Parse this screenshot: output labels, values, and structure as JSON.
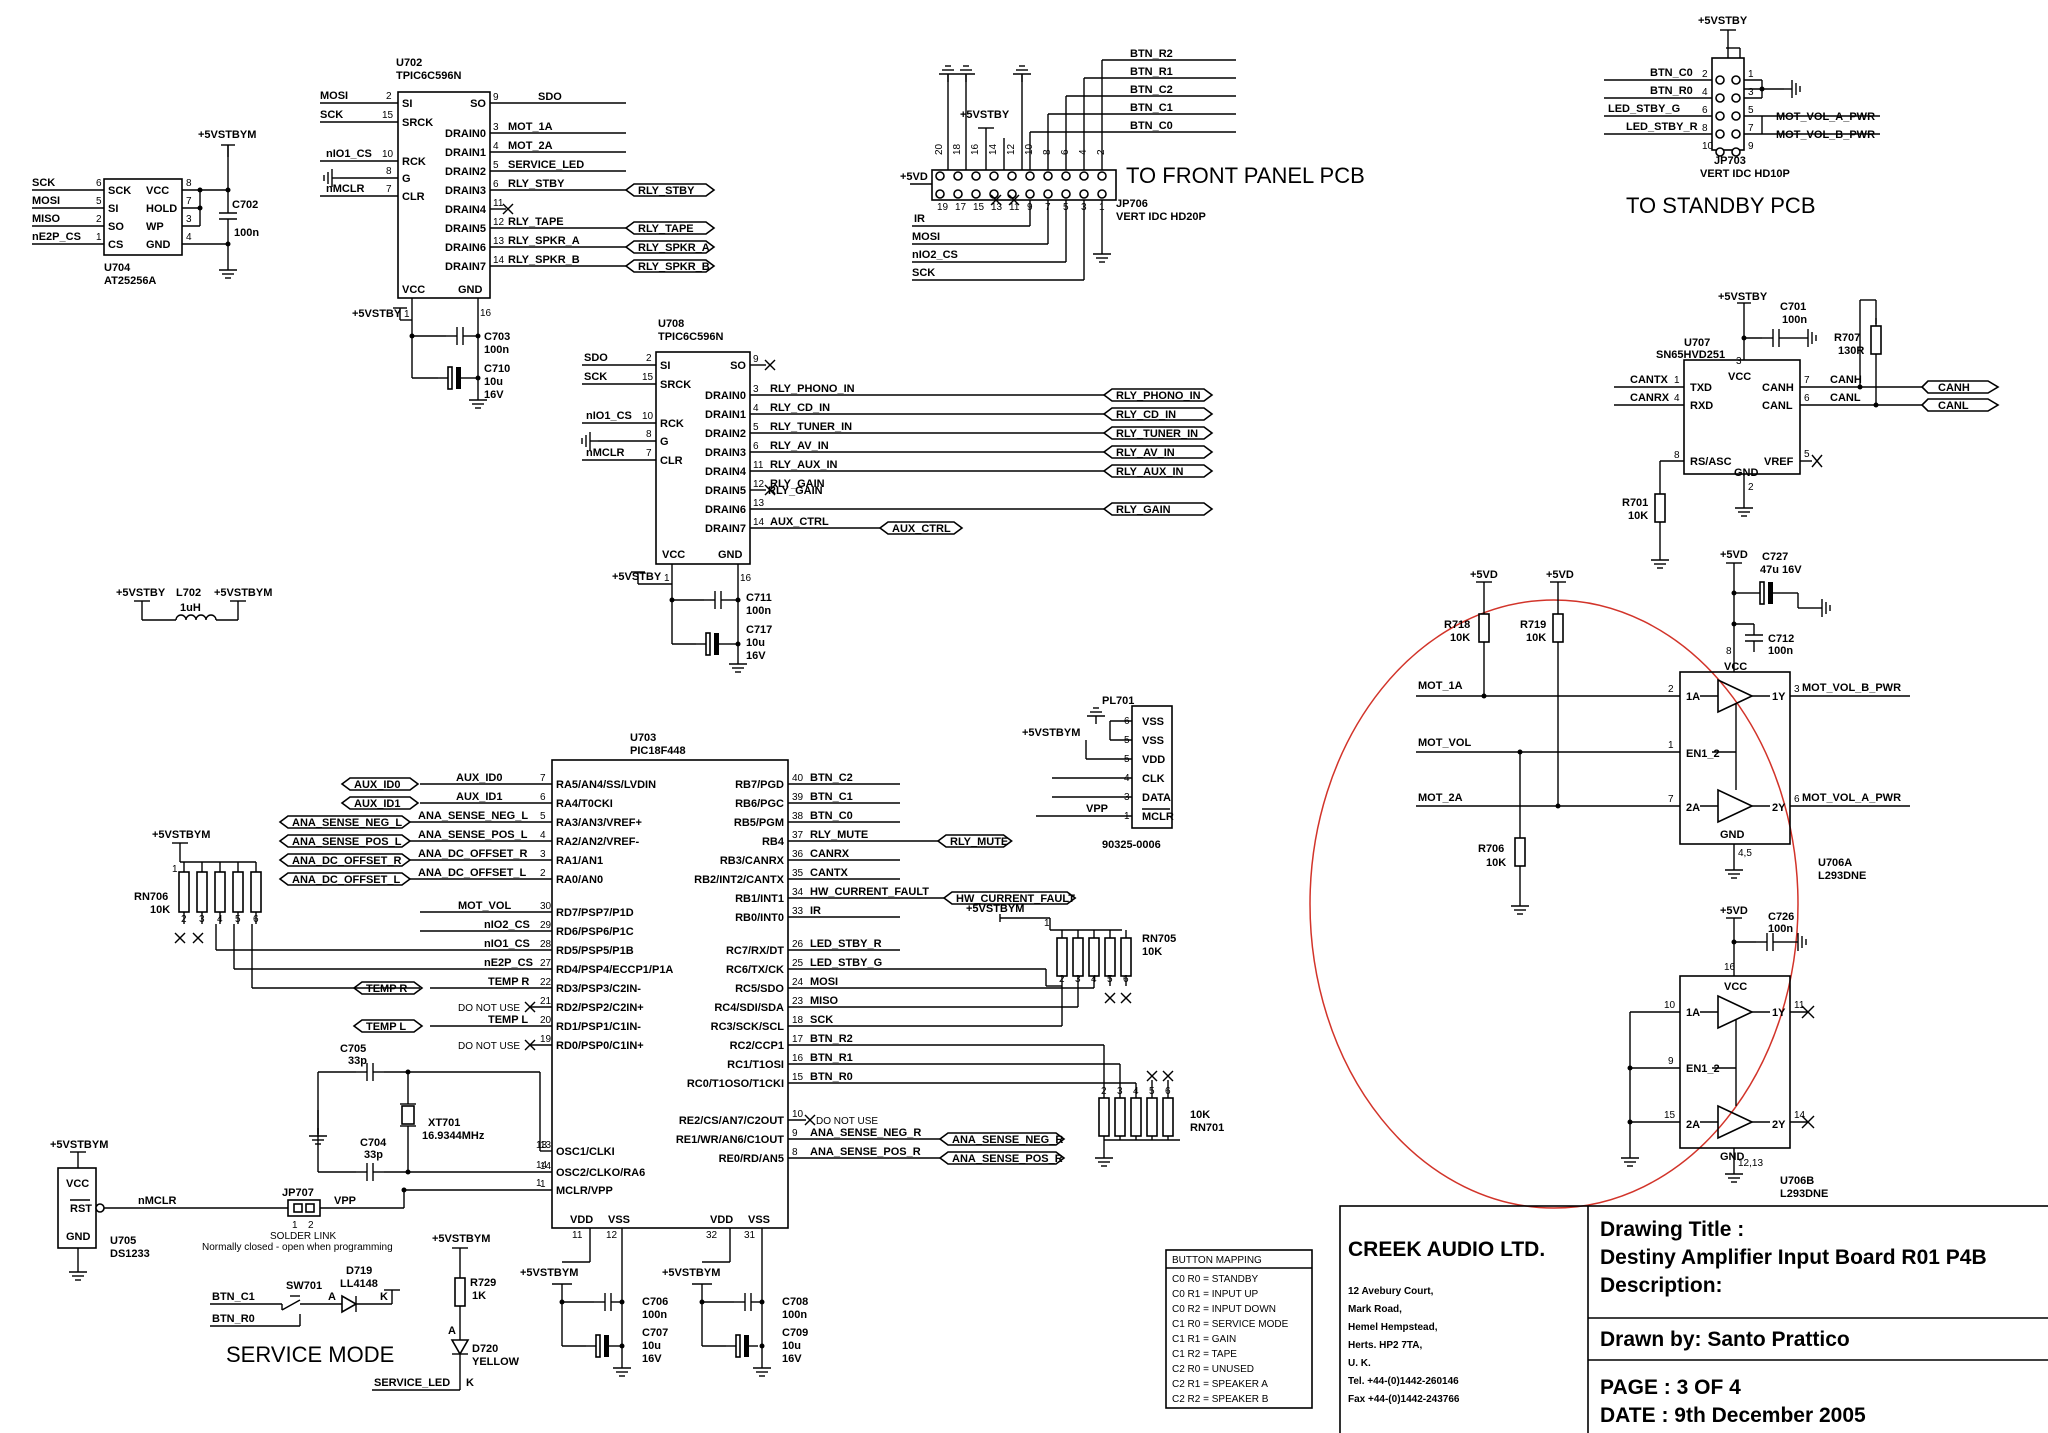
{
  "u704": {
    "ref": "U704",
    "part": "AT25256A",
    "pins_left": [
      "SCK",
      "SI",
      "SO",
      "CS"
    ],
    "pins_right": [
      "VCC",
      "HOLD",
      "WP",
      "GND"
    ],
    "nets": [
      "SCK",
      "MOSI",
      "MISO",
      "nE2P_CS"
    ],
    "pwr": "+5VSTBYM",
    "cap": "C702",
    "cap_val": "100n"
  },
  "u702": {
    "ref": "U702",
    "part": "TPIC6C596N",
    "left": [
      "SI",
      "SRCK",
      "RCK",
      "G",
      "CLR"
    ],
    "left_nets": [
      "MOSI",
      "SCK",
      "nIO1_CS",
      "",
      "nMCLR"
    ],
    "outs": [
      "SO",
      "DRAIN0",
      "DRAIN1",
      "DRAIN2",
      "DRAIN3",
      "DRAIN4",
      "DRAIN5",
      "DRAIN6",
      "DRAIN7"
    ],
    "out_nets": [
      "SDO",
      "MOT_1A",
      "MOT_2A",
      "SERVICE_LED",
      "RLY_STBY",
      "",
      "RLY_TAPE",
      "RLY_SPKR_A",
      "RLY_SPKR_B"
    ],
    "flags": [
      "RLY_STBY",
      "RLY_TAPE",
      "RLY_SPKR_A",
      "RLY_SPKR_B"
    ],
    "vcc": "VCC",
    "gnd": "GND",
    "pwr": "+5VSTBY",
    "c1": "C703",
    "c1v": "100n",
    "c2": "C710",
    "c2v": "10u",
    "c2r": "16V"
  },
  "u708": {
    "ref": "U708",
    "part": "TPIC6C596N",
    "left": [
      "SI",
      "SRCK",
      "RCK",
      "G",
      "CLR"
    ],
    "left_nets": [
      "SDO",
      "SCK",
      "nIO1_CS",
      "",
      "nMCLR"
    ],
    "outs": [
      "SO",
      "DRAIN0",
      "DRAIN1",
      "DRAIN2",
      "DRAIN3",
      "DRAIN4",
      "DRAIN5",
      "DRAIN6",
      "DRAIN7"
    ],
    "out_nets": [
      "",
      "RLY_PHONO_IN",
      "RLY_CD_IN",
      "RLY_TUNER_IN",
      "RLY_AV_IN",
      "RLY_AUX_IN",
      "RLY_GAIN",
      "",
      "AUX_CTRL"
    ],
    "flags": [
      "RLY_PHONO_IN",
      "RLY_CD_IN",
      "RLY_TUNER_IN",
      "RLY_AV_IN",
      "RLY_AUX_IN",
      "RLY_GAIN",
      "AUX_CTRL"
    ],
    "pwr": "+5VSTBY",
    "c1": "C711",
    "c1v": "100n",
    "c2": "C717",
    "c2v": "10u",
    "c2r": "16V"
  },
  "jp706": {
    "ref": "JP706",
    "part": "VERT IDC HD20P",
    "title": "TO FRONT PANEL PCB",
    "btns": [
      "BTN_R2",
      "BTN_R1",
      "BTN_C2",
      "BTN_C1",
      "BTN_C0"
    ],
    "left_nets": [
      "+5VD",
      "IR",
      "MOSI",
      "nIO2_CS",
      "SCK"
    ],
    "pwr": "+5VSTBY"
  },
  "jp703": {
    "ref": "JP703",
    "part": "VERT IDC HD10P",
    "title": "TO STANDBY PCB",
    "left": [
      "BTN_C0",
      "BTN_R0",
      "LED_STBY_G",
      "LED_STBY_R"
    ],
    "right": [
      "MOT_VOL_A_PWR",
      "MOT_VOL_B_PWR"
    ],
    "pwr": "+5VSTBY"
  },
  "u707": {
    "ref": "U707",
    "part": "SN65HVD251",
    "pins": [
      "TXD",
      "RXD",
      "VCC",
      "CANH",
      "CANL",
      "RS/ASC",
      "VREF",
      "GND"
    ],
    "nets": [
      "CANTX",
      "CANRX",
      "CANH",
      "CANL"
    ],
    "pwr": "+5VSTBY",
    "c": "C701",
    "cv": "100n",
    "r": "R707",
    "rv": "130R",
    "r2": "R701",
    "r2v": "10K"
  },
  "l702": {
    "ref": "L702",
    "val": "1uH",
    "a": "+5VSTBY",
    "b": "+5VSTBYM"
  },
  "u703": {
    "ref": "U703",
    "part": "PIC18F448",
    "left": [
      "RA5/AN4/SS/LVDIN",
      "RA4/T0CKI",
      "RA3/AN3/VREF+",
      "RA2/AN2/VREF-",
      "RA1/AN1",
      "RA0/AN0",
      "RD7/PSP7/P1D",
      "RD6/PSP6/P1C",
      "RD5/PSP5/P1B",
      "RD4/PSP4/ECCP1/P1A",
      "RD3/PSP3/C2IN-",
      "RD2/PSP2/C2IN+",
      "RD1/PSP1/C1IN-",
      "RD0/PSP0/C1IN+",
      "OSC1/CLKI",
      "OSC2/CLKO/RA6",
      "MCLR/VPP"
    ],
    "left_pins": [
      "7",
      "6",
      "5",
      "4",
      "3",
      "2",
      "30",
      "29",
      "28",
      "27",
      "22",
      "21",
      "20",
      "19",
      "13",
      "14",
      "1"
    ],
    "left_nets": [
      "AUX_ID0",
      "AUX_ID1",
      "ANA_SENSE_NEG_L",
      "ANA_SENSE_POS_L",
      "ANA_DC_OFFSET_R",
      "ANA_DC_OFFSET_L",
      "MOT_VOL",
      "nIO2_CS",
      "nIO1_CS",
      "nE2P_CS",
      "TEMP R",
      "DO NOT USE",
      "TEMP L",
      "DO NOT USE",
      "",
      "",
      "VPP"
    ],
    "left_flags": [
      "AUX_ID0",
      "AUX_ID1",
      "ANA_SENSE_NEG_L",
      "ANA_SENSE_POS_L",
      "ANA_DC_OFFSET_R",
      "ANA_DC_OFFSET_L",
      "TEMP R",
      "TEMP L"
    ],
    "right": [
      "RB7/PGD",
      "RB6/PGC",
      "RB5/PGM",
      "RB4",
      "RB3/CANRX",
      "RB2/INT2/CANTX",
      "RB1/INT1",
      "RB0/INT0",
      "RC7/RX/DT",
      "RC6/TX/CK",
      "RC5/SDO",
      "RC4/SDI/SDA",
      "RC3/SCK/SCL",
      "RC2/CCP1",
      "RC1/T1OSI",
      "RC0/T1OSO/T1CKI",
      "RE2/CS/AN7/C2OUT",
      "RE1/WR/AN6/C1OUT",
      "RE0/RD/AN5"
    ],
    "right_pins": [
      "40",
      "39",
      "38",
      "37",
      "36",
      "35",
      "34",
      "33",
      "26",
      "25",
      "24",
      "23",
      "18",
      "17",
      "16",
      "15",
      "10",
      "9",
      "8"
    ],
    "right_nets": [
      "BTN_C2",
      "BTN_C1",
      "BTN_C0",
      "RLY_MUTE",
      "CANRX",
      "CANTX",
      "HW_CURRENT_FAULT",
      "IR",
      "LED_STBY_R",
      "LED_STBY_G",
      "MOSI",
      "MISO",
      "SCK",
      "BTN_R2",
      "BTN_R1",
      "BTN_R0",
      "DO NOT USE",
      "ANA_SENSE_NEG_R",
      "ANA_SENSE_POS_R"
    ],
    "right_flags": [
      "RLY_MUTE",
      "HW_CURRENT_FAULT",
      "ANA_SENSE_NEG_R",
      "ANA_SENSE_POS_R"
    ],
    "bottom": [
      "VDD",
      "VSS",
      "VDD",
      "VSS"
    ],
    "bottom_pins": [
      "11",
      "12",
      "32",
      "31"
    ]
  },
  "pl701": {
    "ref": "PL701",
    "part": "90325-0006",
    "pins": [
      "VSS",
      "VSS",
      "VDD",
      "CLK",
      "DATA",
      "MCLR"
    ],
    "nums": [
      "6",
      "5",
      "5",
      "4",
      "3",
      "1"
    ],
    "vpp": "VPP",
    "pwr": "+5VSTBYM"
  },
  "rn706": {
    "ref": "RN706",
    "val": "10K",
    "pwr": "+5VSTBYM",
    "pins": [
      "1",
      "2",
      "3",
      "4",
      "5",
      "6"
    ]
  },
  "rn705": {
    "ref": "RN705",
    "val": "10K",
    "pwr": "+5VSTBYM",
    "pins": [
      "1",
      "2",
      "3",
      "4",
      "5",
      "6"
    ]
  },
  "rn701": {
    "ref": "RN701",
    "val": "10K",
    "pins": [
      "2",
      "3",
      "4",
      "5",
      "6"
    ]
  },
  "xtal": {
    "c705": "C705",
    "c705v": "33p",
    "c704": "C704",
    "c704v": "33p",
    "ref": "XT701",
    "val": "16.9344MHz"
  },
  "u705": {
    "ref": "U705",
    "part": "DS1233",
    "pins": [
      "VCC",
      "RST",
      "GND"
    ],
    "pwr": "+5VSTBYM",
    "net": "nMCLR"
  },
  "jp707": {
    "ref": "JP707",
    "lbl": "SOLDER LINK",
    "note": "Normally closed - open when programming",
    "vpp": "VPP"
  },
  "service": {
    "sw": "SW701",
    "d": "D719",
    "dv": "LL4148",
    "a": "A",
    "k": "K",
    "n1": "BTN_C1",
    "n2": "BTN_R0",
    "title": "SERVICE MODE"
  },
  "led": {
    "r": "R729",
    "rv": "1K",
    "d": "D720",
    "dv": "YELLOW",
    "pwr": "+5VSTBYM",
    "net": "SERVICE_LED",
    "a": "A",
    "k": "K"
  },
  "decoup": {
    "pwr": "+5VSTBYM",
    "c1": "C706",
    "c1v": "100n",
    "c2": "C707",
    "c2v": "10u",
    "c2r": "16V",
    "c3": "C708",
    "c3v": "100n",
    "c4": "C709",
    "c4v": "10u",
    "c4r": "16V"
  },
  "u706a": {
    "ref": "U706A",
    "part": "L293DNE",
    "pins": [
      "1A",
      "EN1_2",
      "2A",
      "1Y",
      "2Y",
      "VCC",
      "GND"
    ],
    "in": [
      "MOT_1A",
      "MOT_VOL",
      "MOT_2A"
    ],
    "out": [
      "MOT_VOL_B_PWR",
      "MOT_VOL_A_PWR"
    ],
    "r1": "R718",
    "r2": "R719",
    "r3": "R706",
    "rv": "10K",
    "pwr": "+5VD",
    "c1": "C727",
    "c1v": "47u 16V",
    "c2": "C712",
    "c2v": "100n"
  },
  "u706b": {
    "ref": "U706B",
    "part": "L293DNE",
    "pwr": "+5VD",
    "c": "C726",
    "cv": "100n"
  },
  "mapping": {
    "title": "BUTTON MAPPING",
    "rows": [
      "C0 R0 = STANDBY",
      "C0 R1 = INPUT UP",
      "C0 R2 = INPUT DOWN",
      "C1 R0 = SERVICE MODE",
      "C1 R1 = GAIN",
      "C1 R2 = TAPE",
      "C2 R0 = UNUSED",
      "C2 R1 = SPEAKER A",
      "C2 R2 = SPEAKER B"
    ]
  },
  "titleblock": {
    "company": "CREEK AUDIO LTD.",
    "address": [
      "12 Avebury Court,",
      "Mark Road,",
      "Hemel Hempstead,",
      "Herts. HP2 7TA,",
      "U. K.",
      "Tel. +44-(0)1442-260146",
      "Fax +44-(0)1442-243766"
    ],
    "drawing_title_label": "Drawing Title :",
    "drawing_title": "Destiny Amplifier Input Board R01 P4B",
    "description_label": "Description:",
    "drawn_by": "Drawn by:  Santo Prattico",
    "page": "PAGE : 3 OF 4",
    "date": "DATE : 9th December 2005"
  }
}
